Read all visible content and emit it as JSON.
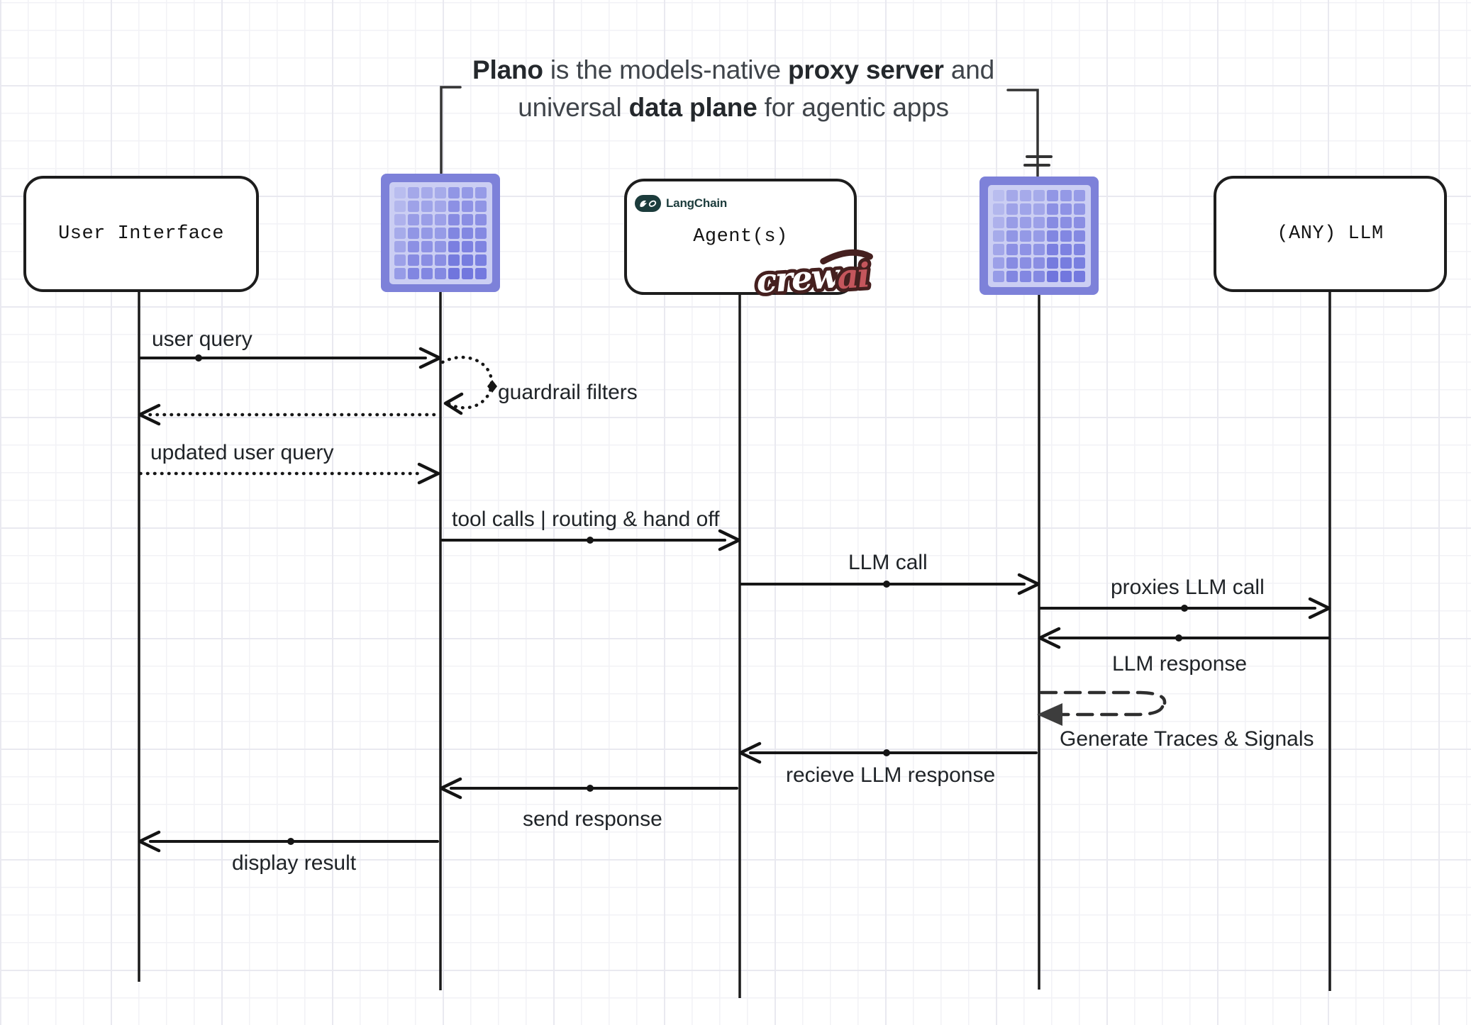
{
  "title": {
    "line1": [
      "Plano",
      " is the models-native ",
      "proxy server",
      " and"
    ],
    "line2": [
      "universal ",
      "data plane",
      " for agentic apps"
    ]
  },
  "actors": {
    "user_interface": "User Interface",
    "agent": "Agent(s)",
    "any_llm": "(ANY) LLM",
    "langchain": "LangChain",
    "crewai_crew": "crew",
    "crewai_ai": "ai"
  },
  "messages": {
    "user_query": "user query",
    "guardrail_filters": "guardrail filters",
    "updated_user_query": "updated user query",
    "tool_calls": "tool calls | routing & hand off",
    "llm_call": "LLM call",
    "proxies_llm_call": "proxies LLM call",
    "llm_response": "LLM response",
    "generate_traces": "Generate Traces & Signals",
    "recieve_llm_response": "recieve LLM response",
    "send_response": "send response",
    "display_result": "display result"
  },
  "icons": {
    "plano": "pixel-grid-logo",
    "langchain": "parrot-and-chain-logo",
    "crewai": "crewai-script-logo",
    "lifeline_break": "double-tick"
  },
  "colors": {
    "ink": "#1b1b1b",
    "plano_purple": "#7d81d9",
    "plano_panel": "#cbcef3",
    "langchain_teal": "#1c3c3c",
    "crewai_red": "#c4565c",
    "crewai_maroon": "#45201f",
    "grid_line": "#eeeef3"
  }
}
